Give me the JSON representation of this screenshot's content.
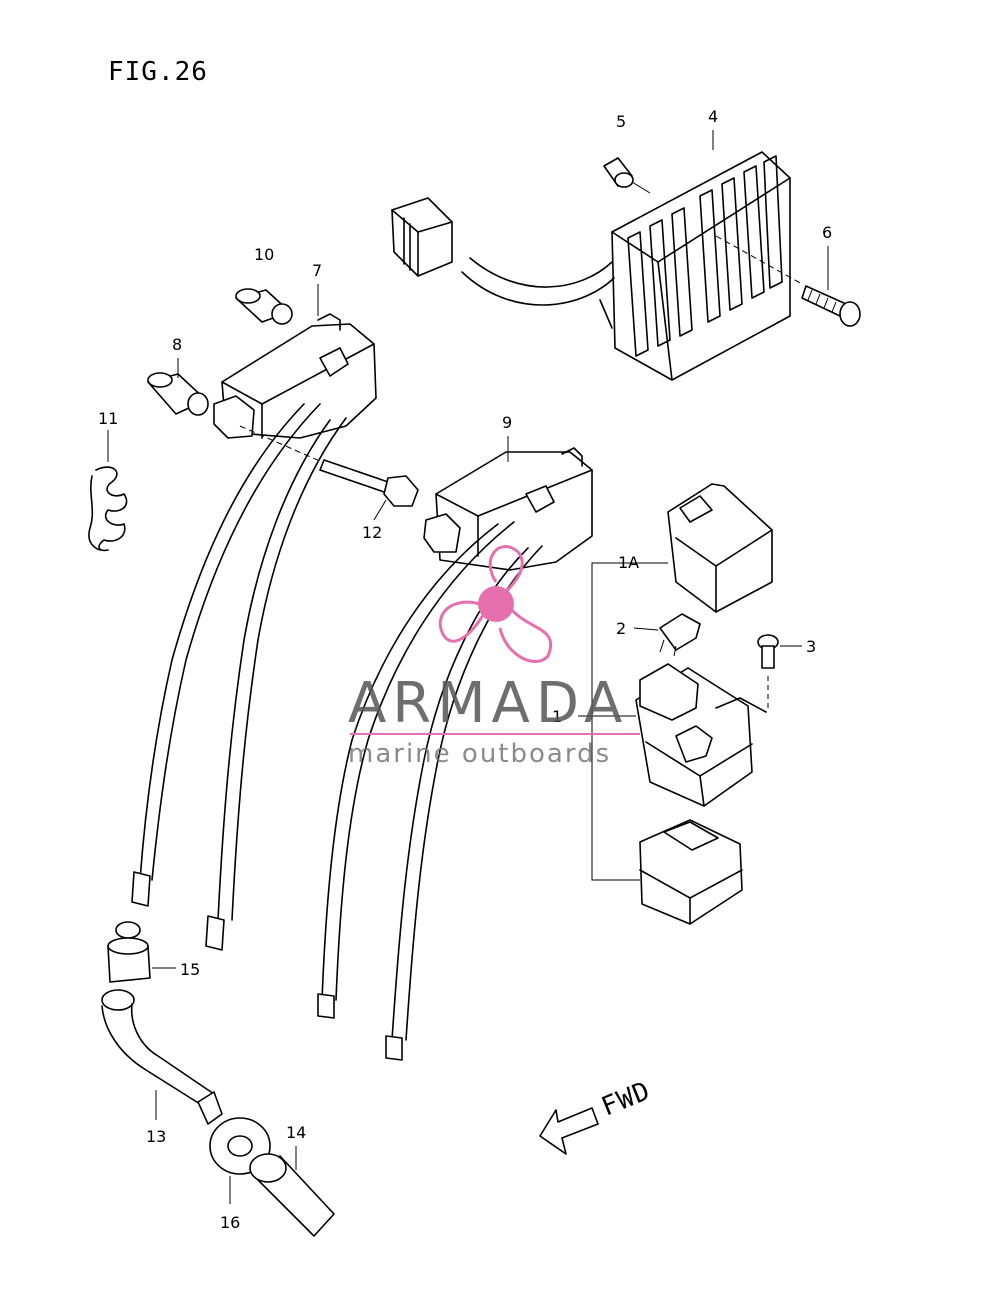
{
  "figure_label": "FIG.26",
  "fwd_label": "FWD",
  "watermark": {
    "brand": "ARMADA",
    "tagline": "marine outboards",
    "logo_color": "#e66fb0",
    "text_color": "#555555"
  },
  "callouts": {
    "c1": "1",
    "c1a": "1A",
    "c2": "2",
    "c3": "3",
    "c4": "4",
    "c5": "5",
    "c6": "6",
    "c7": "7",
    "c8": "8",
    "c9": "9",
    "c10": "10",
    "c11": "11",
    "c12": "12",
    "c13": "13",
    "c14": "14",
    "c15": "15",
    "c16": "16"
  }
}
